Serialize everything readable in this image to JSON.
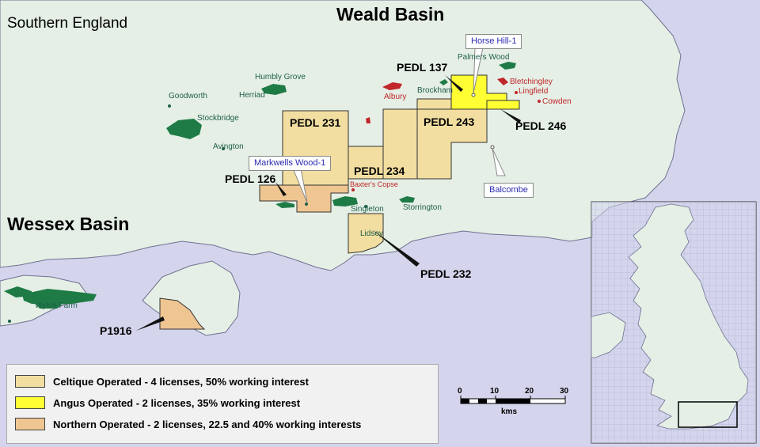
{
  "map": {
    "colors": {
      "sea": "#d4d5ec",
      "land": "#e5efe6",
      "celtique": "#f2dea0",
      "angus": "#ffff33",
      "northern": "#efc591",
      "field_green": "#1e7b45",
      "field_red": "#c0262a",
      "callout_text": "#2a2ab0"
    },
    "region_labels": {
      "southern_england": "Southern England",
      "weald_basin": "Weald Basin",
      "wessex_basin": "Wessex Basin"
    },
    "fields_green": {
      "goodworth": "Goodworth",
      "humbly_grove": "Humbly Grove",
      "herriad": "Herriad",
      "stockbridge": "Stockbridge",
      "avington": "Avington",
      "palmers_wood": "Palmers Wood",
      "brockham": "Brockham",
      "singleton": "Singleton",
      "storrington": "Storrington",
      "lidsey": "Lidsey",
      "wytch_farm": "Wytch Farm"
    },
    "fields_red": {
      "albury": "Albury",
      "bletchingley": "Bletchingley",
      "lingfield": "Lingfield",
      "cowden": "Cowden",
      "baxters_copse": "Baxter's Copse"
    },
    "licenses": {
      "pedl_231": "PEDL 231",
      "pedl_234": "PEDL 234",
      "pedl_243": "PEDL 243",
      "pedl_137": "PEDL 137",
      "pedl_246": "PEDL 246",
      "pedl_126": "PEDL 126",
      "pedl_232": "PEDL 232",
      "p1916": "P1916"
    },
    "wells": {
      "horse_hill": "Horse Hill-1",
      "markwells_wood": "Markwells Wood-1",
      "balcombe": "Balcombe"
    }
  },
  "legend": {
    "items": [
      {
        "label": "Celtique Operated - 4 licenses, 50% working interest",
        "color": "#f2dea0"
      },
      {
        "label": "Angus Operated - 2 licenses, 35% working interest",
        "color": "#ffff33"
      },
      {
        "label": "Northern Operated - 2 licenses, 22.5 and 40% working interests",
        "color": "#efc591"
      }
    ]
  },
  "scale_bar": {
    "ticks": [
      "0",
      "10",
      "20",
      "30"
    ],
    "unit": "kms"
  }
}
